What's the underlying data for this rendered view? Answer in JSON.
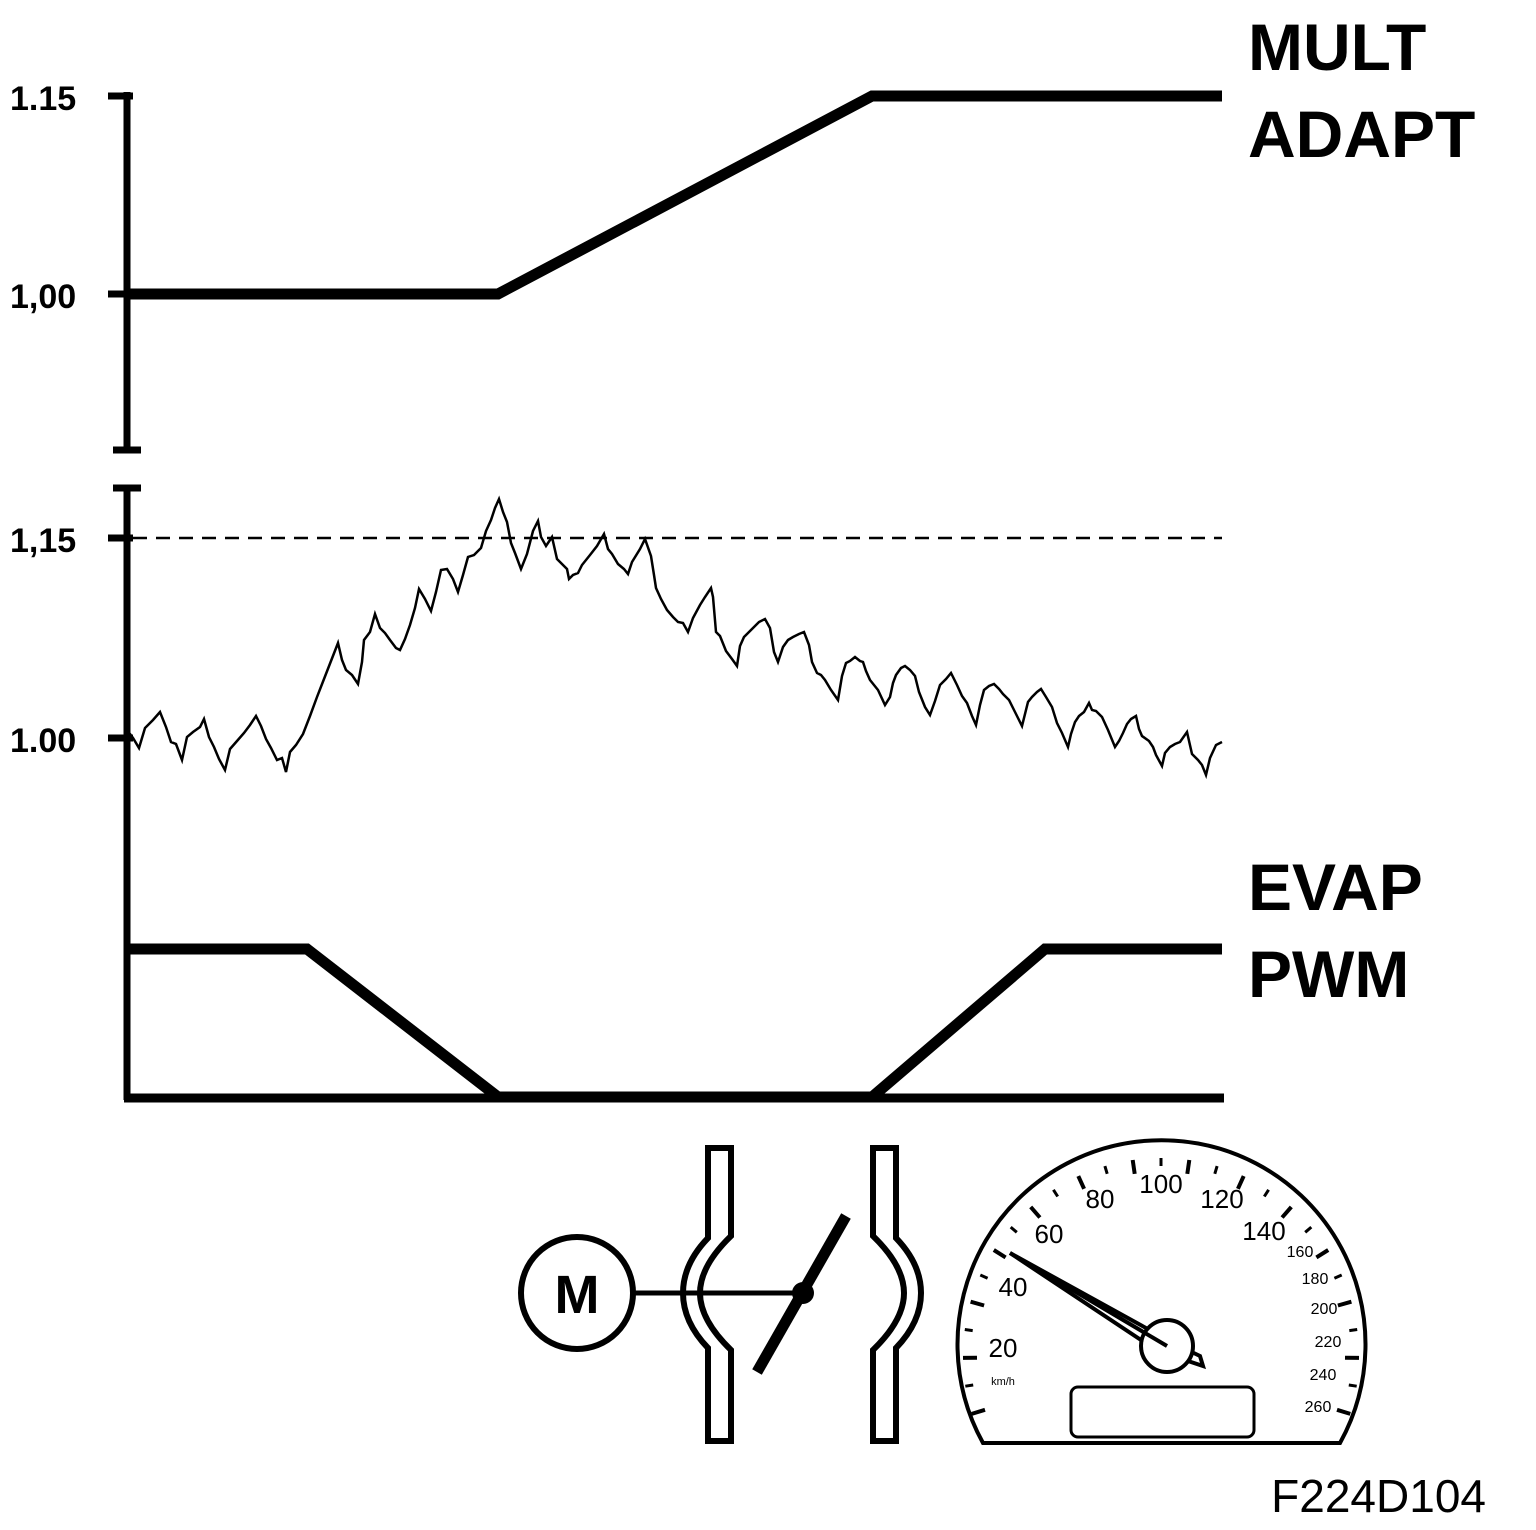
{
  "panel_top": {
    "label_line1": "MULT",
    "label_line2": "ADAPT",
    "tick_high": "1.15",
    "tick_low": "1,00"
  },
  "panel_mid": {
    "tick_high": "1,15",
    "tick_low": "1.00"
  },
  "panel_bottom": {
    "label_line1": "EVAP",
    "label_line2": "PWM"
  },
  "motor": {
    "label": "M"
  },
  "speedometer": {
    "major_labels": [
      "20",
      "40",
      "60",
      "80",
      "100",
      "120",
      "140"
    ],
    "minor_labels": [
      "160",
      "180",
      "200",
      "220",
      "240",
      "260"
    ],
    "unit": "km/h"
  },
  "figure_id": "F224D104"
}
